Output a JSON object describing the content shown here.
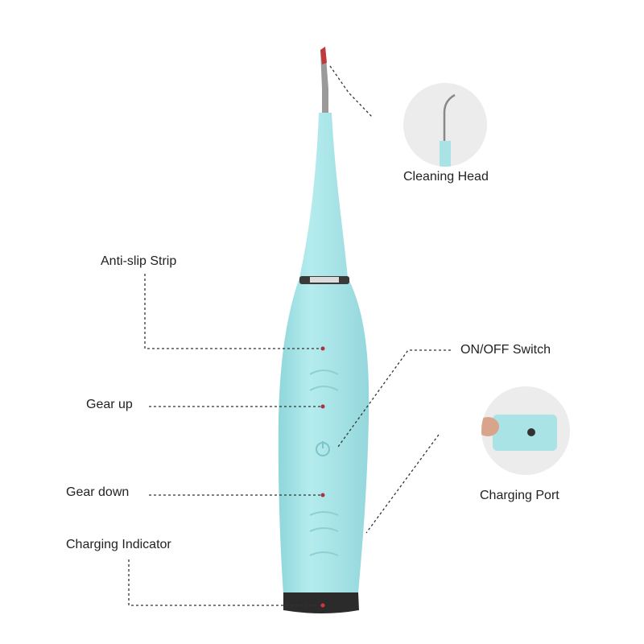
{
  "labels": {
    "cleaning_head": "Cleaning Head",
    "anti_slip_strip": "Anti-slip Strip",
    "on_off_switch": "ON/OFF Switch",
    "gear_up": "Gear up",
    "charging_port": "Charging Port",
    "gear_down": "Gear down",
    "charging_indicator": "Charging Indicator"
  },
  "colors": {
    "body": "#a9e3e6",
    "indicator": "#e0303a",
    "leader_line": "#333333"
  }
}
